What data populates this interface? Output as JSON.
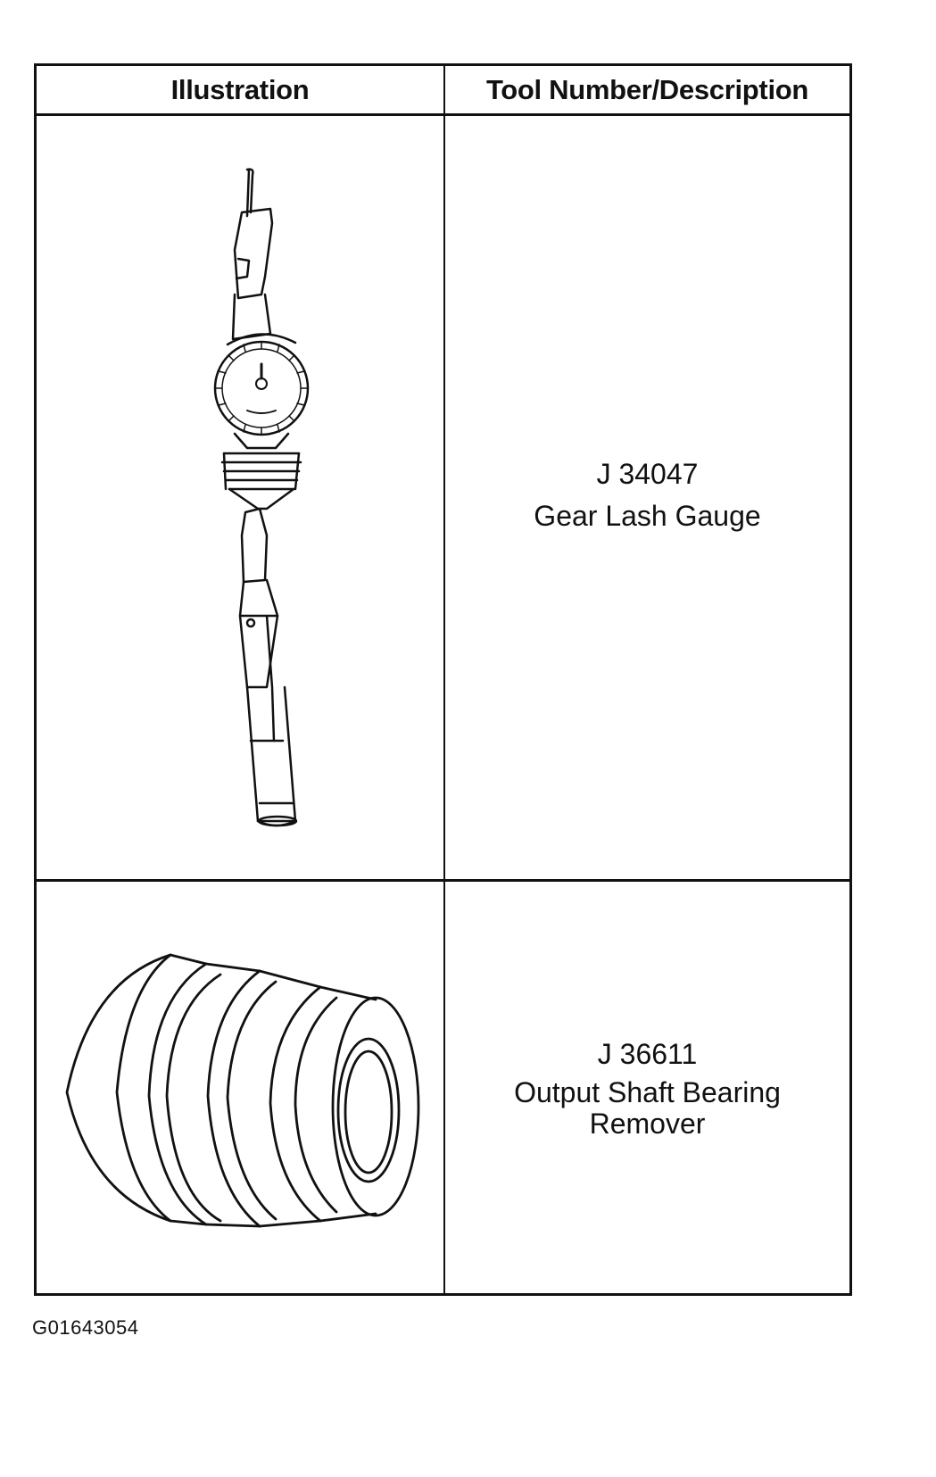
{
  "table": {
    "headers": {
      "illustration": "Illustration",
      "tool": "Tool Number/Description"
    },
    "rows": [
      {
        "tool_number": "J 34047",
        "description": "Gear Lash Gauge",
        "illustration_icon": "gear-lash-gauge-icon"
      },
      {
        "tool_number": "J 36611",
        "description_line1": "Output Shaft Bearing",
        "description_line2": "Remover",
        "illustration_icon": "bearing-remover-icon"
      }
    ]
  },
  "figure_id": "G01643054"
}
